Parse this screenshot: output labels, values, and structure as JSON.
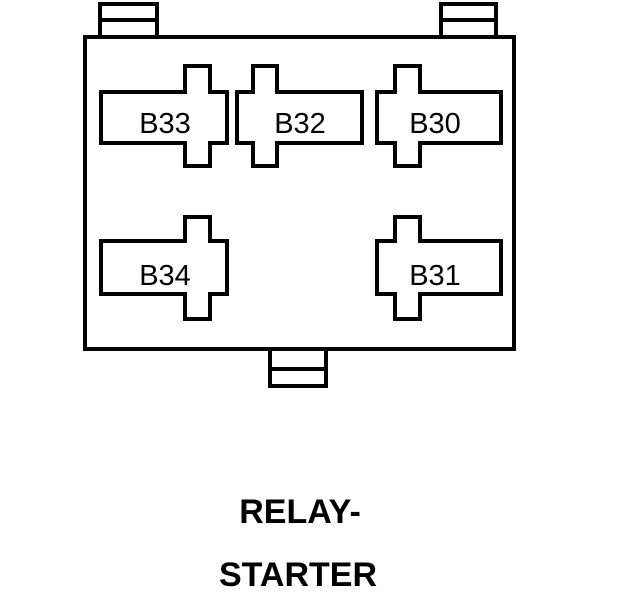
{
  "pins": [
    {
      "id": "b33",
      "label": "B33",
      "tab": "right"
    },
    {
      "id": "b32",
      "label": "B32",
      "tab": "left"
    },
    {
      "id": "b30",
      "label": "B30",
      "tab": "left"
    },
    {
      "id": "b34",
      "label": "B34",
      "tab": "right"
    },
    {
      "id": "b31",
      "label": "B31",
      "tab": "left"
    }
  ],
  "caption": {
    "line1": "RELAY-",
    "line2": "STARTER"
  },
  "colors": {
    "stroke": "#000000",
    "background": "#ffffff"
  }
}
